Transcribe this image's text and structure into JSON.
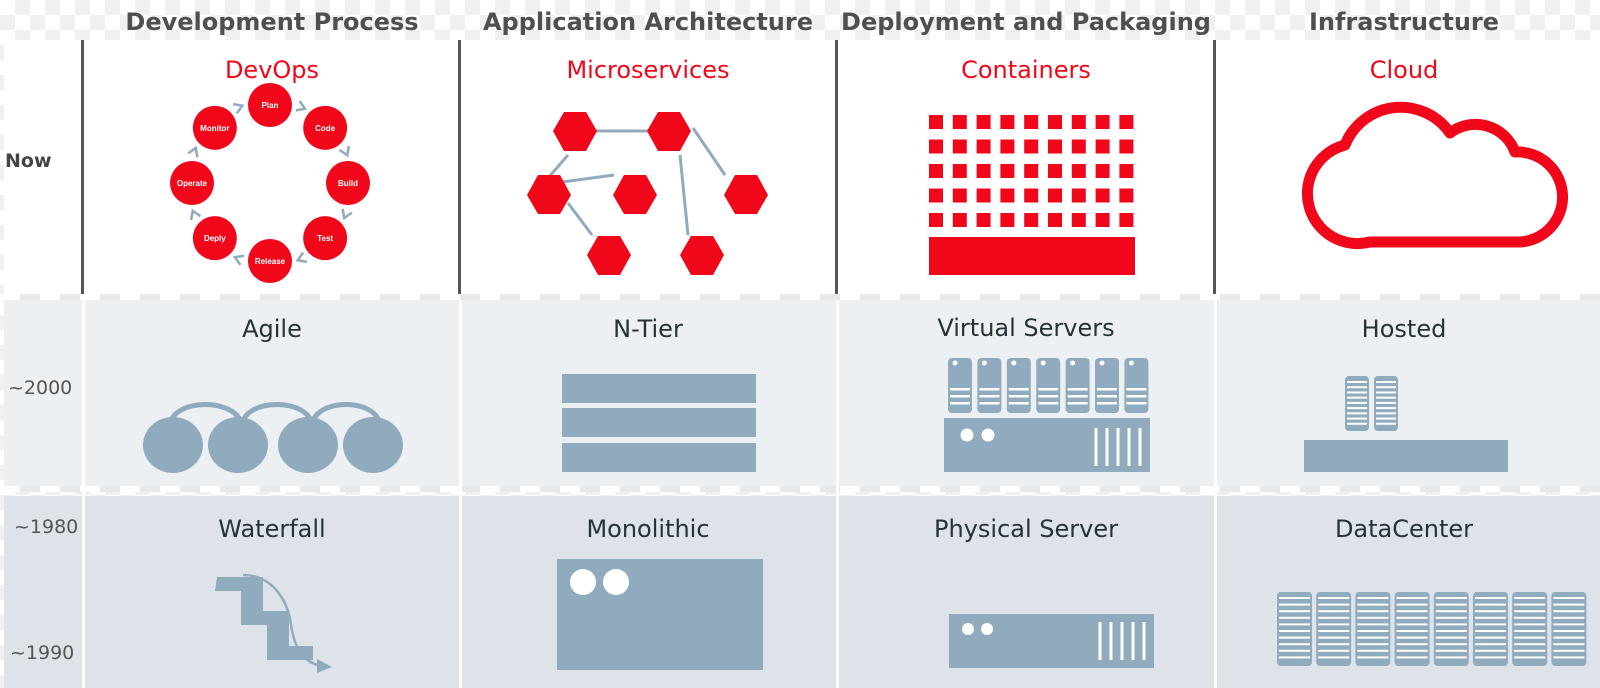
{
  "columns": [
    {
      "header": "Development Process"
    },
    {
      "header": "Application Architecture"
    },
    {
      "header": "Deployment and Packaging"
    },
    {
      "header": "Infrastructure"
    }
  ],
  "eras": {
    "now": "Now",
    "y2000": "~2000",
    "y1980": "~1980",
    "y1990": "~1990"
  },
  "rows": {
    "now": [
      "DevOps",
      "Microservices",
      "Containers",
      "Cloud"
    ],
    "y2000": [
      "Agile",
      "N-Tier",
      "Virtual Servers",
      "Hosted"
    ],
    "legacy": [
      "Waterfall",
      "Monolithic",
      "Physical Server",
      "DataCenter"
    ]
  },
  "devops_cycle": [
    "Plan",
    "Code",
    "Build",
    "Test",
    "Release",
    "Deply",
    "Operate",
    "Monitor"
  ],
  "colors": {
    "accent_red": "#f0081a",
    "icon_blue_gray": "#8fabbd",
    "connector": "#8fabbd",
    "header_text": "#4f4f4f"
  }
}
